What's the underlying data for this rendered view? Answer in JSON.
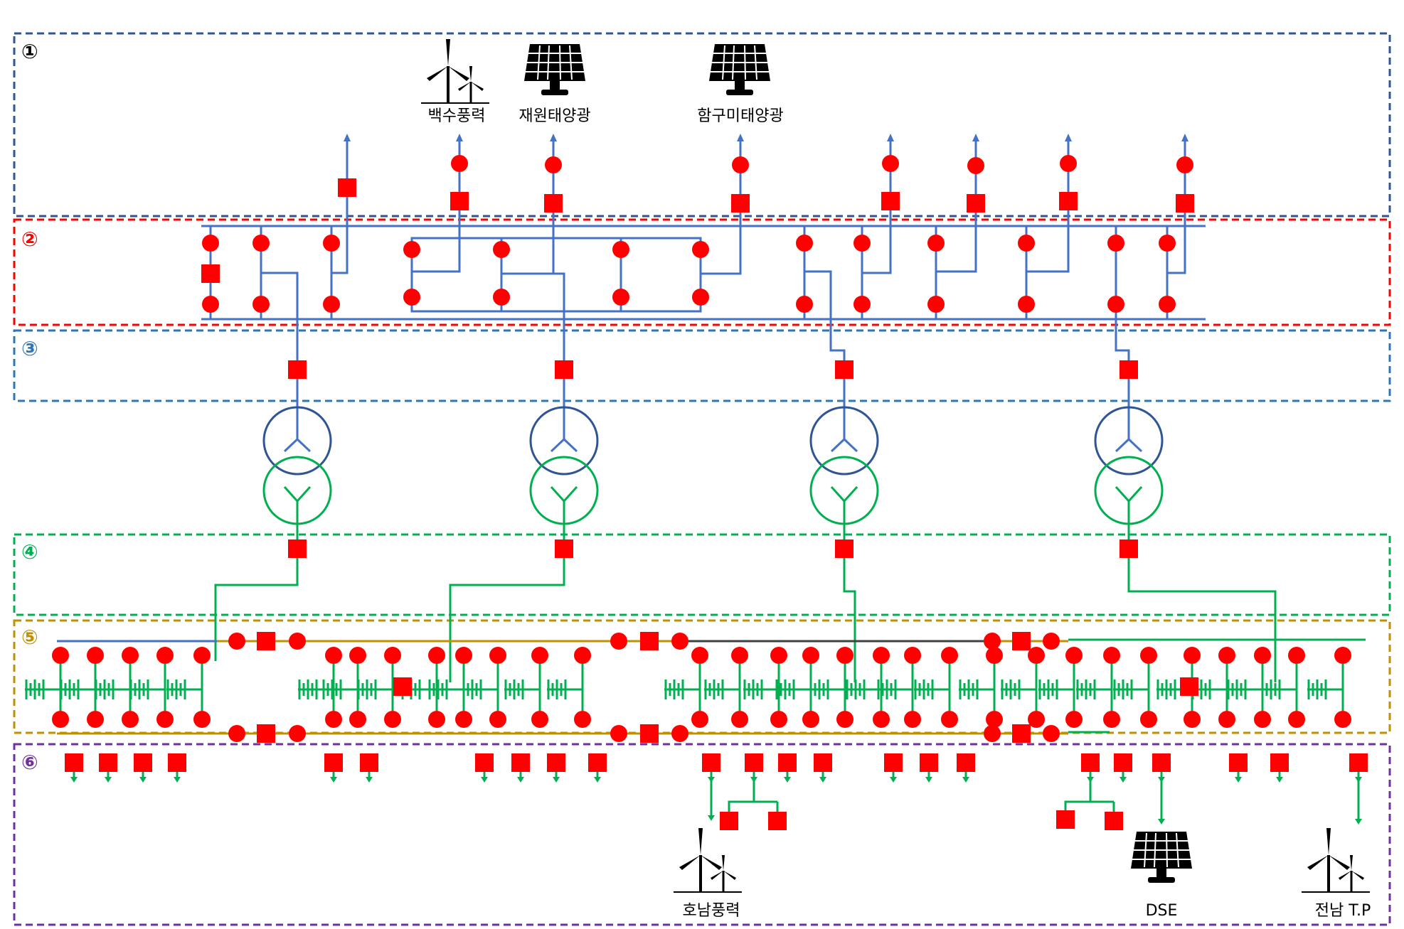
{
  "zones": [
    {
      "label": "①",
      "color": "#2f5597"
    },
    {
      "label": "②",
      "color": "#ff0000"
    },
    {
      "label": "③",
      "color": "#2e75b6"
    },
    {
      "label": "④",
      "color": "#00b050"
    },
    {
      "label": "⑤",
      "color": "#bf9000"
    },
    {
      "label": "⑥",
      "color": "#7030a0"
    }
  ],
  "plants_top": [
    {
      "label": "백수풍력",
      "icon": "wind-turbine-icon"
    },
    {
      "label": "재원태양광",
      "icon": "solar-panel-icon"
    },
    {
      "label": "함구미태양광",
      "icon": "solar-panel-icon"
    }
  ],
  "plants_bottom": [
    {
      "label": "호남풍력",
      "icon": "wind-turbine-icon"
    },
    {
      "label": "DSE",
      "icon": "solar-panel-icon"
    },
    {
      "label": "전남 T.P",
      "icon": "wind-turbine-icon"
    }
  ],
  "colors": {
    "hv_line": "#4472c4",
    "lv_line": "#00b050",
    "breaker": "#ff0000",
    "transformer_primary": "#2f5597",
    "transformer_secondary": "#00b050",
    "bus_gold": "#bf9000",
    "bus_dark": "#404040"
  }
}
